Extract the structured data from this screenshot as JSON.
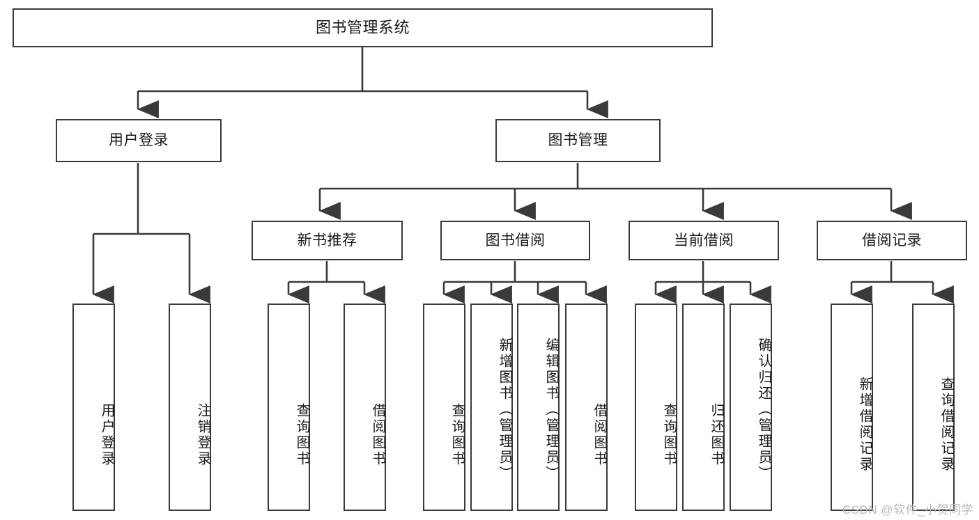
{
  "diagram": {
    "type": "tree-hierarchy",
    "title": "图书管理系统",
    "orientation": "top-down",
    "colors": {
      "box_border": "#3a3a3a",
      "box_fill": "#ffffff",
      "edge": "#3a3a3a",
      "text": "#1a1a1a",
      "watermark": "#b9b9b9"
    }
  },
  "nodes": {
    "root": {
      "label": "图书管理系统",
      "level": 1
    },
    "level2": [
      {
        "id": "user-login",
        "label": "用户登录"
      },
      {
        "id": "book-manage",
        "label": "图书管理"
      }
    ],
    "level3": [
      {
        "id": "new-book-recommend",
        "label": "新书推荐"
      },
      {
        "id": "book-borrow",
        "label": "图书借阅"
      },
      {
        "id": "current-borrow",
        "label": "当前借阅"
      },
      {
        "id": "borrow-record",
        "label": "借阅记录"
      }
    ],
    "leaves": {
      "user-login": [
        {
          "id": "leaf-user-login",
          "label": "用户登录"
        },
        {
          "id": "leaf-logout-login",
          "label": "注销登录"
        }
      ],
      "new-book-recommend": [
        {
          "id": "leaf-query-book-1",
          "label": "查询图书"
        },
        {
          "id": "leaf-borrow-book-1",
          "label": "借阅图书"
        }
      ],
      "book-borrow": [
        {
          "id": "leaf-query-book-2",
          "label": "查询图书"
        },
        {
          "id": "leaf-add-book",
          "label": "新增图书（管理员）"
        },
        {
          "id": "leaf-edit-book",
          "label": "编辑图书（管理员）"
        },
        {
          "id": "leaf-borrow-book-2",
          "label": "借阅图书"
        }
      ],
      "current-borrow": [
        {
          "id": "leaf-query-book-3",
          "label": "查询图书"
        },
        {
          "id": "leaf-return-book",
          "label": "归还图书"
        },
        {
          "id": "leaf-confirm-return",
          "label": "确认归还（管理员）"
        }
      ],
      "borrow-record": [
        {
          "id": "leaf-add-record",
          "label": "新增借阅记录"
        },
        {
          "id": "leaf-query-record",
          "label": "查询借阅记录"
        }
      ]
    }
  },
  "watermark": {
    "text": "CSDN @软件_小贺同学"
  }
}
